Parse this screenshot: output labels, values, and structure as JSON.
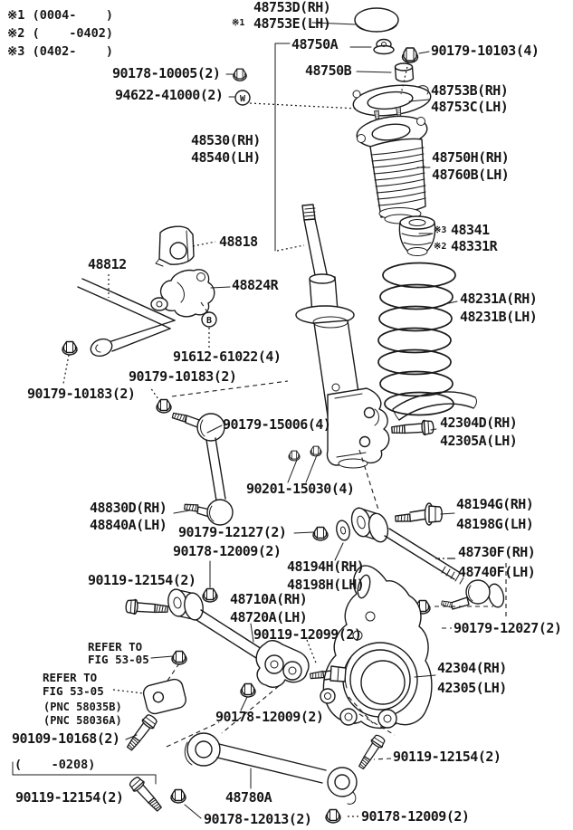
{
  "notes": {
    "n1": "※1 (0004-    )",
    "n2": "※2 (    -0402)",
    "n3": "※3 (0402-    )"
  },
  "marks": {
    "m1": "※1",
    "m2": "※2",
    "m3": "※3"
  },
  "glyphs": {
    "circled_b": "B",
    "washer_w": "W"
  },
  "colors": {
    "ink": "#1a1a1a",
    "background": "#ffffff"
  },
  "labels": {
    "p48753d": "48753D(RH)",
    "p48753e": "48753E(LH)",
    "p48750a": "48750A",
    "p90179_10103": "90179-10103(4)",
    "p48750b": "48750B",
    "p48753b": "48753B(RH)",
    "p48753c": "48753C(LH)",
    "p90178_10005": "90178-10005(2)",
    "p94622": "94622-41000(2)",
    "p48530": "48530(RH)",
    "p48540": "48540(LH)",
    "p48750h": "48750H(RH)",
    "p48760b": "48760B(LH)",
    "p48341": "48341",
    "p48331r": "48331R",
    "p48231a": "48231A(RH)",
    "p48231b": "48231B(LH)",
    "p48818": "48818",
    "p48812": "48812",
    "p48824r": "48824R",
    "p91612": "91612-61022(4)",
    "p90179_10183a": "90179-10183(2)",
    "p90179_10183b": "90179-10183(2)",
    "p90179_15006": "90179-15006(4)",
    "p90201": "90201-15030(4)",
    "p42304d": "42304D(RH)",
    "p42305a": "42305A(LH)",
    "p48194g": "48194G(RH)",
    "p48198g": "48198G(LH)",
    "p48830d": "48830D(RH)",
    "p48840a": "48840A(LH)",
    "p90179_12127": "90179-12127(2)",
    "p90178_12009a": "90178-12009(2)",
    "p48194h": "48194H(RH)",
    "p48198h": "48198H(LH)",
    "p48730f": "48730F(RH)",
    "p48740f": "48740F(LH)",
    "p90119_12154a": "90119-12154(2)",
    "p48710a": "48710A(RH)",
    "p48720a": "48720A(LH)",
    "p90119_12099": "90119-12099(2)",
    "p90179_12027": "90179-12027(2)",
    "p42304": "42304(RH)",
    "p42305": "42305(LH)",
    "prefer1a": "REFER TO",
    "prefer1b": "FIG 53-05",
    "prefer2a": "REFER TO",
    "prefer2b": "FIG 53-05",
    "ppnc1": "(PNC 58035B)",
    "ppnc2": "(PNC 58036A)",
    "p90109": "90109-10168(2)",
    "pdate": "(    -0208)",
    "p90119_12154b": "90119-12154(2)",
    "p48780a": "48780A",
    "p90178_12013": "90178-12013(2)",
    "p90178_12009b": "90178-12009(2)",
    "p90178_12009c": "90178-12009(2)",
    "p90119_12154c": "90119-12154(2)"
  }
}
